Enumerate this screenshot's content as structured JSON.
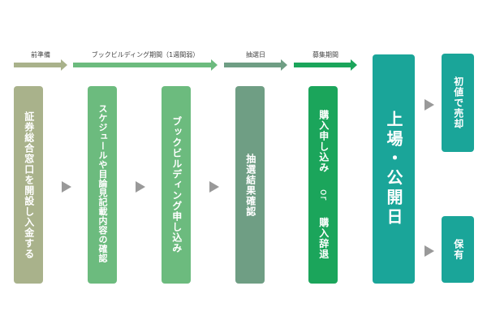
{
  "phases": [
    {
      "label": "前準備",
      "color": "#a9b28b"
    },
    {
      "label": "ブックビルディング期間（1週間弱）",
      "color": "#6cbb7e"
    },
    {
      "label": "抽選日",
      "color": "#6f9e84"
    },
    {
      "label": "募集期間",
      "color": "#1ba55b"
    }
  ],
  "steps": [
    {
      "text": "証券総合窓口を開設し入金する",
      "color": "#a9b28b"
    },
    {
      "text": "スケジュールや目論見記載内容の確認",
      "color": "#6cbb7e"
    },
    {
      "text": "ブックビルディング申し込み",
      "color": "#6cbb7e"
    },
    {
      "text": "抽選結果確認",
      "color": "#6f9e84"
    },
    {
      "text_part1": "購入申し込み",
      "text_or": "or",
      "text_part2": "購入辞退",
      "color": "#1ba55b"
    },
    {
      "text": "上場・公開日",
      "color": "#1aa599"
    },
    {
      "text": "初値で売却",
      "color": "#1aa599"
    },
    {
      "text": "保有",
      "color": "#1aa599"
    }
  ],
  "arrow_color": "#999999"
}
